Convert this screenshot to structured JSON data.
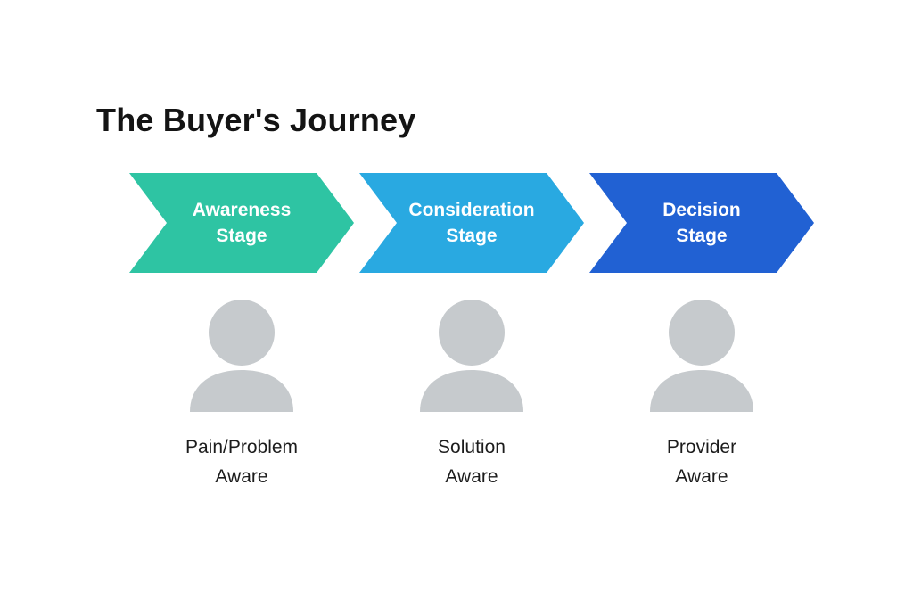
{
  "title": "The Buyer's Journey",
  "title_color": "#141414",
  "background": "#FFFFFF",
  "icon_color": "#C6CACD",
  "stages": [
    {
      "line1": "Awareness",
      "line2": "Stage",
      "color": "#2EC4A3",
      "persona_line1": "Pain/Problem",
      "persona_line2": "Aware"
    },
    {
      "line1": "Consideration",
      "line2": "Stage",
      "color": "#29A9E1",
      "persona_line1": "Solution",
      "persona_line2": "Aware"
    },
    {
      "line1": "Decision",
      "line2": "Stage",
      "color": "#2161D3",
      "persona_line1": "Provider",
      "persona_line2": "Aware"
    }
  ]
}
